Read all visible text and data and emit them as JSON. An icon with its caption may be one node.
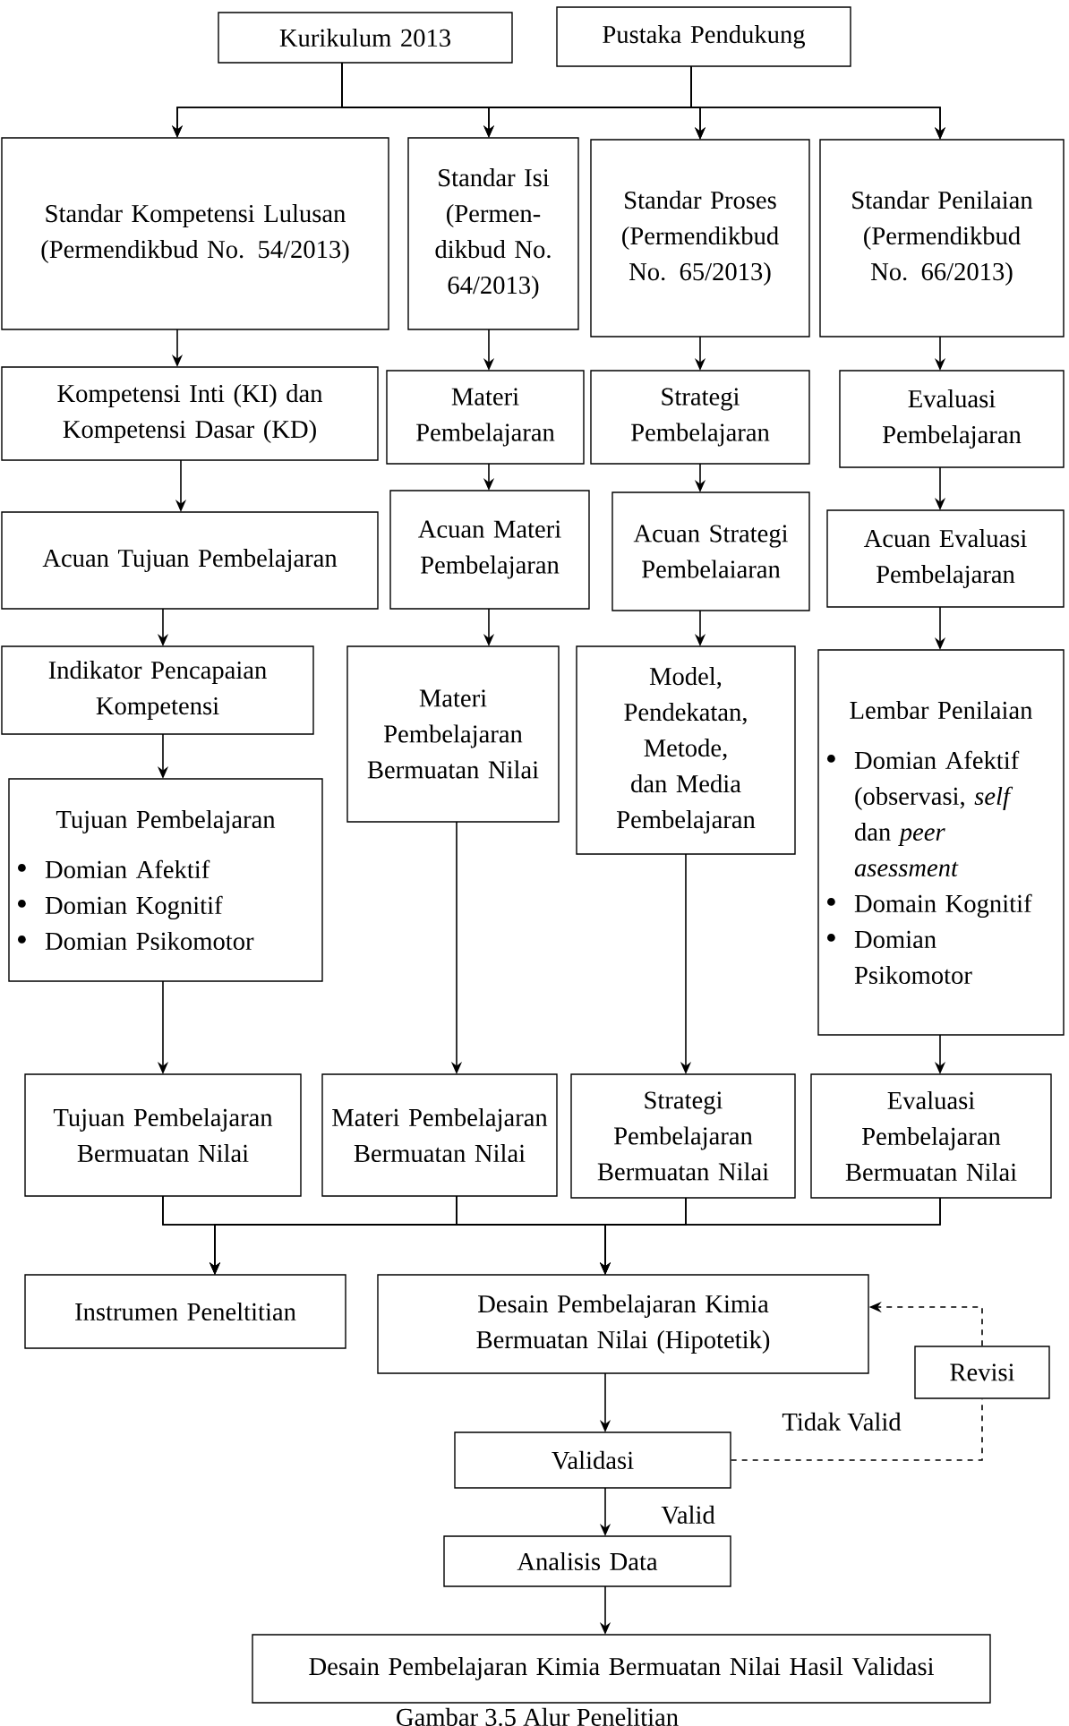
{
  "diagram": {
    "caption": "Gambar 3.5 Alur Penelitian",
    "nodes": [
      {
        "text": [
          "Kurikulum 2013"
        ]
      },
      {
        "text": [
          "Pustaka Pendukung"
        ]
      },
      {
        "text": [
          "Standar Kompetensi Lulusan (Permendikbud No. 54/2013)"
        ]
      },
      {
        "text": [
          "Standar Isi (Permen- dikbud No. 64/2013)"
        ]
      },
      {
        "text": [
          "Standar Proses (Permendikbud No. 65/2013)"
        ]
      },
      {
        "text": [
          "Standar Penilaian (Permendikbud No. 66/2013)"
        ]
      },
      {
        "text": [
          "Kompetensi Inti (KI) dan Kompetensi Dasar (KD)"
        ]
      },
      {
        "text": [
          "Materi Pembelajaran"
        ]
      },
      {
        "text": [
          "Strategi Pembelajaran"
        ]
      },
      {
        "text": [
          "Evaluasi Pembelajaran"
        ]
      },
      {
        "text": [
          "Acuan Tujuan Pembelajaran"
        ]
      },
      {
        "text": [
          "Acuan Materi Pembelajaran"
        ]
      },
      {
        "text": [
          "Acuan Strategi Pembelaiaran"
        ]
      },
      {
        "text": [
          "Acuan Evaluasi Pembelajaran"
        ]
      },
      {
        "text": [
          "Indikator Pencapaian Kompetensi"
        ]
      },
      {
        "text": [
          "Materi Pembelajaran Bermuatan Nilai"
        ]
      },
      {
        "text": [
          "Model, Pendekatan, Metode, dan Media Pembelajaran"
        ]
      },
      {
        "text": [
          "Lembar Penilaian",
          "Domian Afektif (observasi, *self* dan *peer asessment*",
          "Domain Kognitif",
          "Domian Psikomotor"
        ]
      },
      {
        "text": [
          "Tujuan Pembelajaran",
          "Domian Afektif",
          "Domian Kognitif",
          "Domian Psikomotor"
        ]
      },
      {
        "text": [
          "Tujuan Pembelajaran Bermuatan Nilai"
        ]
      },
      {
        "text": [
          "Materi Pembelajaran Bermuatan Nilai"
        ]
      },
      {
        "text": [
          "Strategi Pembelajaran Bermuatan Nilai"
        ]
      },
      {
        "text": [
          "Evaluasi Pembelajaran Bermuatan Nilai"
        ]
      },
      {
        "text": [
          "Instrumen  Peneltitian"
        ]
      },
      {
        "text": [
          "Desain Pembelajaran Kimia Bermuatan Nilai (Hipotetik)"
        ]
      },
      {
        "text": [
          "Revisi"
        ]
      },
      {
        "text": [
          "Validasi"
        ]
      },
      {
        "text": [
          "Analisis Data"
        ]
      },
      {
        "text": [
          "Desain Pembelajaran Kimia Bermuatan Nilai Hasil Validasi"
        ]
      }
    ],
    "edges": [
      {
        "from": 0,
        "to": 2,
        "arrow": "to"
      },
      {
        "from": 0,
        "to": 3,
        "arrow": "to"
      },
      {
        "from": 0,
        "to": 4,
        "arrow": "to"
      },
      {
        "from": 0,
        "to": 5,
        "arrow": "to"
      },
      {
        "from": 1,
        "to": 2,
        "arrow": "to"
      },
      {
        "from": 1,
        "to": 3,
        "arrow": "to"
      },
      {
        "from": 1,
        "to": 4,
        "arrow": "to"
      },
      {
        "from": 1,
        "to": 5,
        "arrow": "to"
      },
      {
        "from": 2,
        "to": 6,
        "arrow": "to"
      },
      {
        "from": 3,
        "to": 7,
        "arrow": "to"
      },
      {
        "from": 4,
        "to": 8,
        "arrow": "to"
      },
      {
        "from": 5,
        "to": 9,
        "arrow": "to"
      },
      {
        "from": 6,
        "to": 10,
        "arrow": "to"
      },
      {
        "from": 7,
        "to": 11,
        "arrow": "to"
      },
      {
        "from": 8,
        "to": 12,
        "arrow": "to"
      },
      {
        "from": 9,
        "to": 13,
        "arrow": "to"
      },
      {
        "from": 10,
        "to": 14,
        "arrow": "to"
      },
      {
        "from": 11,
        "to": 15,
        "arrow": "to"
      },
      {
        "from": 12,
        "to": 16,
        "arrow": "to"
      },
      {
        "from": 13,
        "to": 17,
        "arrow": "to"
      },
      {
        "from": 14,
        "to": 18,
        "arrow": "to"
      },
      {
        "from": 18,
        "to": 19,
        "arrow": "to"
      },
      {
        "from": 15,
        "to": 20,
        "arrow": "to"
      },
      {
        "from": 16,
        "to": 21,
        "arrow": "to"
      },
      {
        "from": 17,
        "to": 22,
        "arrow": "to"
      },
      {
        "from": 19,
        "to": 23,
        "arrow": "to"
      },
      {
        "from": 19,
        "to": 24,
        "arrow": "to"
      },
      {
        "from": 20,
        "to": 23,
        "arrow": "to"
      },
      {
        "from": 20,
        "to": 24,
        "arrow": "to"
      },
      {
        "from": 21,
        "to": 23,
        "arrow": "to"
      },
      {
        "from": 21,
        "to": 24,
        "arrow": "to"
      },
      {
        "from": 22,
        "to": 23,
        "arrow": "to"
      },
      {
        "from": 22,
        "to": 24,
        "arrow": "to"
      },
      {
        "from": 24,
        "to": 26,
        "arrow": "to"
      },
      {
        "from": 26,
        "to": 27,
        "arrow": "to",
        "label": "Valid"
      },
      {
        "from": 27,
        "to": 28,
        "arrow": "to"
      },
      {
        "from": 26,
        "to": 25,
        "arrow": "none",
        "style": "dashed",
        "label": "Tidak Valid"
      },
      {
        "from": 25,
        "to": 24,
        "arrow": "to",
        "style": "dashed"
      }
    ]
  }
}
